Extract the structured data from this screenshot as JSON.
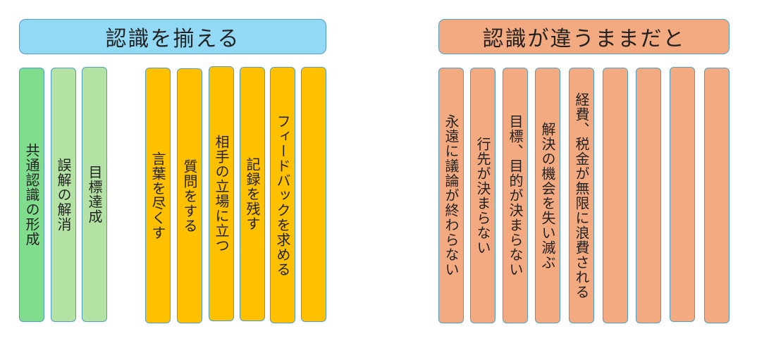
{
  "left": {
    "title": "認識を揃える",
    "goals": [
      "共通認識の形成",
      "誤解の解消",
      "目標達成"
    ],
    "methods": [
      "言葉を尽くす",
      "質問をする",
      "相手の立場に立つ",
      "記録を残す",
      "フィードバックを求める",
      ""
    ]
  },
  "right": {
    "title": "認識が違うままだと",
    "consequences": [
      "永遠に議論が終わらない",
      "行先が決まらない",
      "目標、目的が決まらない",
      "解決の機会を失い滅ぶ",
      "経費、税金が無限に浪費される",
      "",
      "",
      "",
      ""
    ]
  },
  "colors": {
    "blue": "#92d9f6",
    "green_dark": "#80dd8e",
    "green_light": "#b3e2a4",
    "yellow": "#ffc000",
    "orange": "#f4aa80"
  }
}
